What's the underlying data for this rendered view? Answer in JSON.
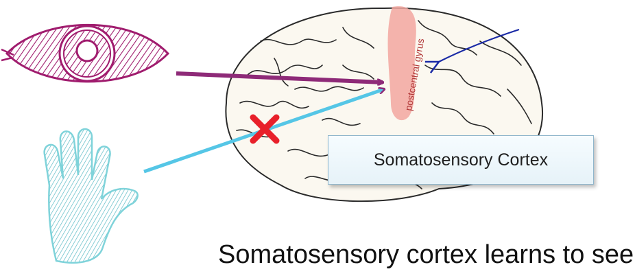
{
  "diagram": {
    "gyrus_label": "postcentral gyrus",
    "box_label": "Somatosensory Cortex",
    "caption": "Somatosensory cortex learns to see",
    "icons": [
      "eye-icon",
      "hand-icon",
      "brain-icon",
      "cross-mark-icon"
    ],
    "colors": {
      "eye": "#a01c6e",
      "eye_arrow": "#8e2a78",
      "hand": "#7fd3da",
      "hand_arrow": "#55c6e6",
      "gyrus": "#f2a7a0",
      "pointer_arrow": "#1a2aa6",
      "cross": "#e8202a"
    }
  }
}
